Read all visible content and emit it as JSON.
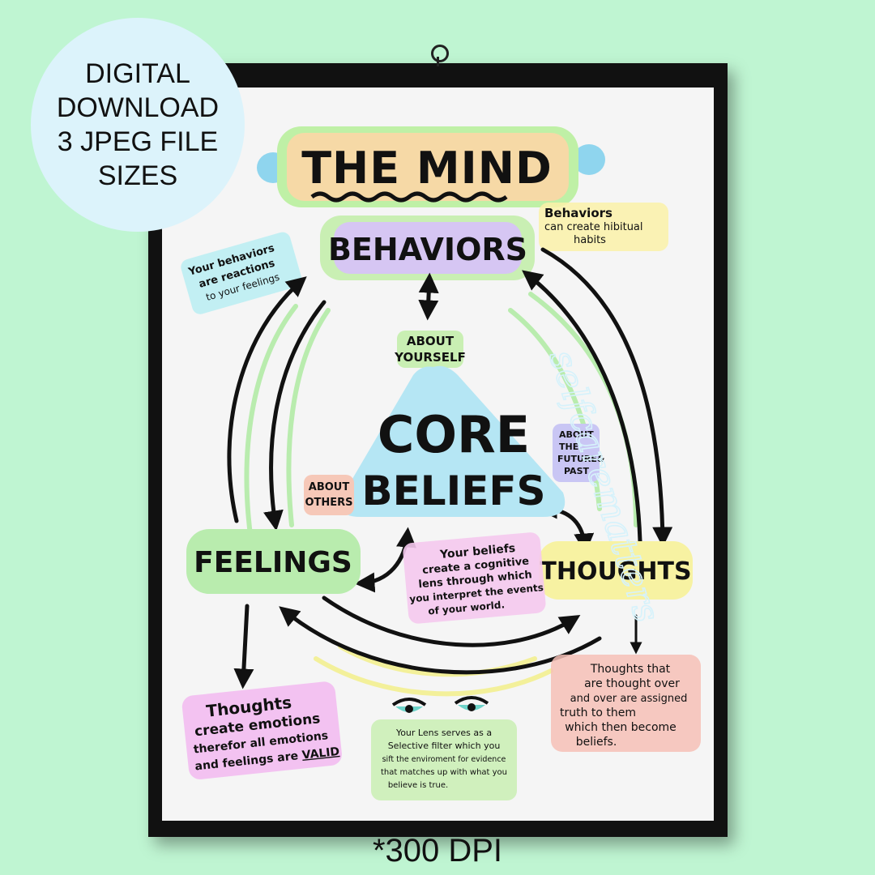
{
  "badge": {
    "lines": [
      "DIGITAL",
      "DOWNLOAD",
      "3 JPEG FILE",
      "SIZES"
    ]
  },
  "poster": {
    "title": "THE MIND",
    "nodes": {
      "behaviors": "BEHAVIORS",
      "feelings": "FEELINGS",
      "thoughts": "THOUGHTS",
      "core_line1": "CORE",
      "core_line2": "BELIEFS"
    },
    "labels": {
      "about_yourself": [
        "ABOUT",
        "YOURSELF"
      ],
      "about_others": [
        "ABOUT",
        "OTHERS"
      ],
      "about_future": [
        "ABOUT",
        "THE",
        "FUTURE&",
        "PAST"
      ]
    },
    "notes": {
      "behaviors_habits": [
        "Behaviors",
        "can create hibitual",
        "habits"
      ],
      "behaviors_reactions": [
        "Your behaviors",
        "are reactions",
        "to your feelings"
      ],
      "beliefs_lens": [
        "Your beliefs",
        "create a cognitive",
        "lens through which",
        "you interpret the events",
        "of your world."
      ],
      "thoughts_emotions_lines": [
        "Thoughts",
        "create emotions",
        "therefor all emotions"
      ],
      "thoughts_emotions_last": "and feelings are ",
      "thoughts_emotions_valid": "VALID",
      "lens_filter": [
        "Your Lens serves as a",
        "Selective filter which you",
        "sift the enviroment for evidence",
        "that matches up with what you",
        "believe is true."
      ],
      "thoughts_beliefs": [
        "Thoughts that",
        "are thought over",
        "and over are assigned",
        "truth to them",
        "which then become",
        "beliefs."
      ]
    },
    "watermark": "selfcarematters"
  },
  "footer": {
    "dpi": "*300 DPI"
  },
  "colors": {
    "background": "#bff5d2",
    "title_fill": "#f6d9a6",
    "behaviors_fill": "#d6c6f3",
    "feelings_fill": "#b9ecae",
    "thoughts_fill": "#f7f2a2",
    "core_fill": "#b5e6f4"
  }
}
